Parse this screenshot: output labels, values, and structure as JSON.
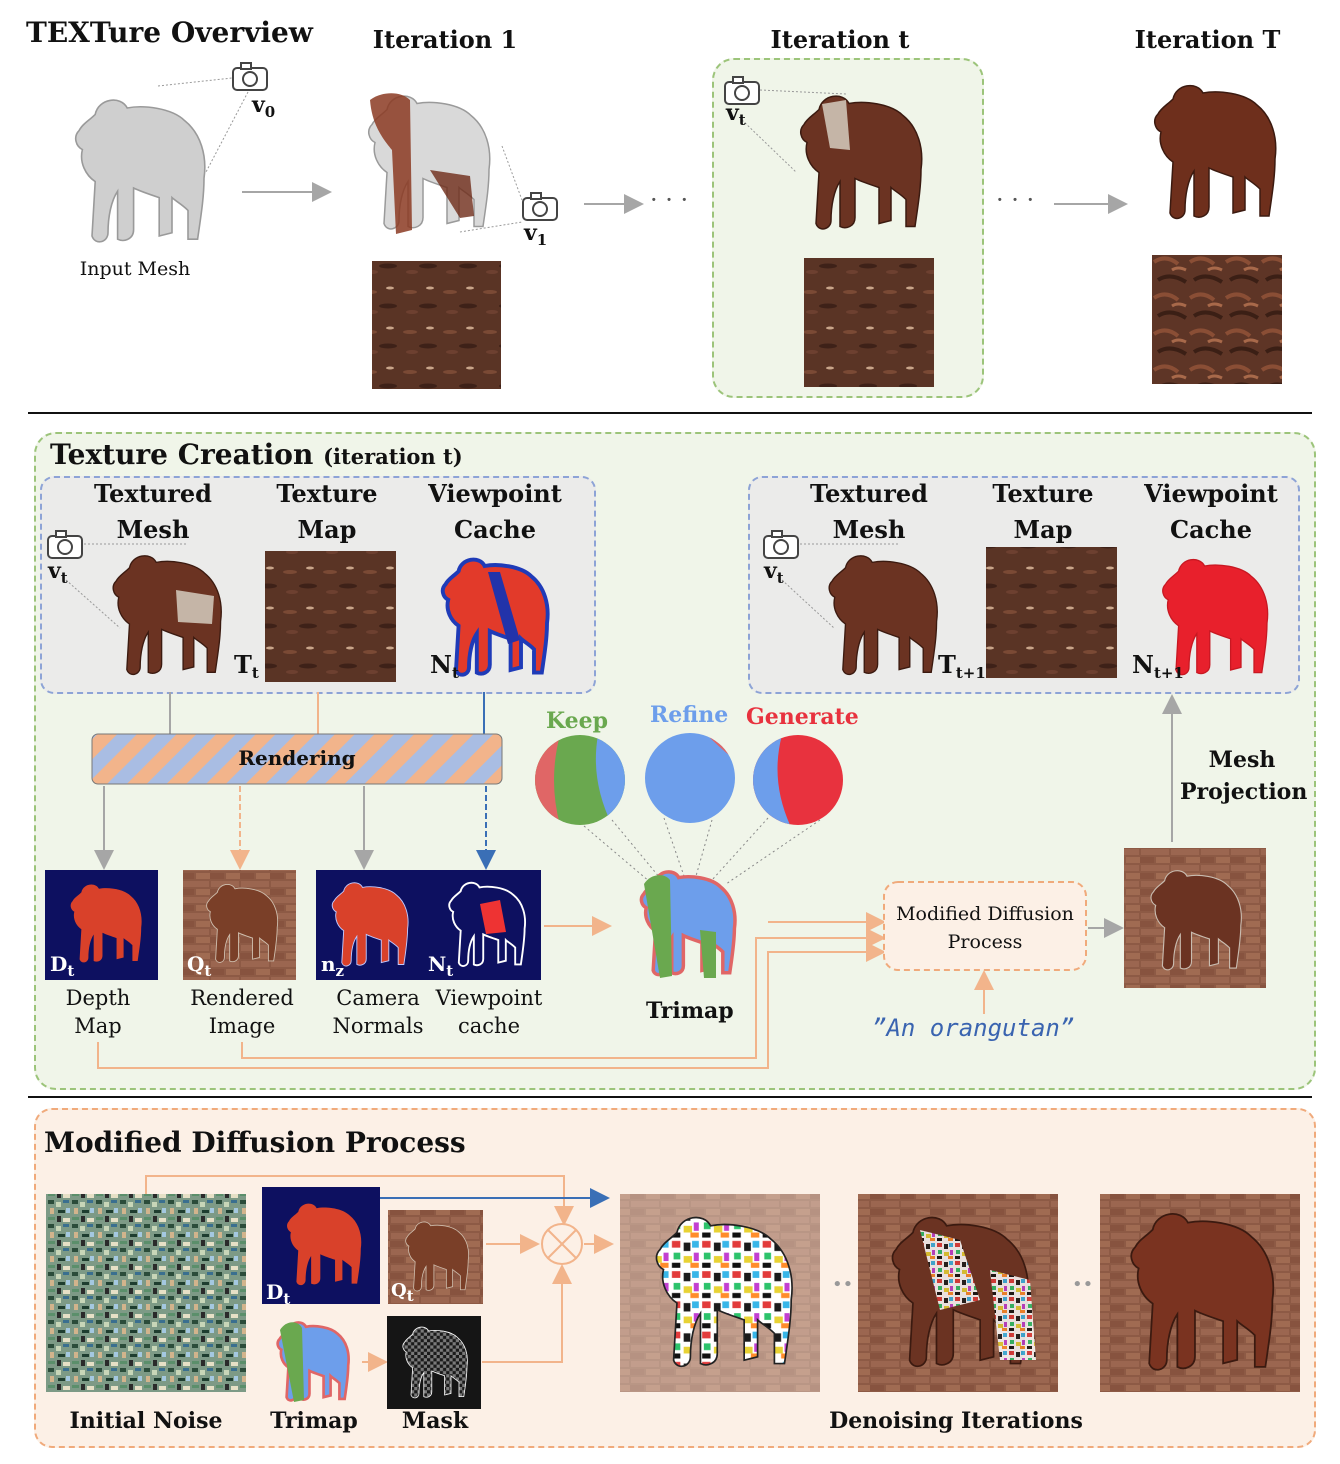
{
  "overview": {
    "title": "TEXTure Overview",
    "input_mesh_label": "Input Mesh",
    "iteration_1": "Iteration 1",
    "iteration_t": "Iteration t",
    "iteration_T": "Iteration T",
    "v0": "v",
    "v0_sub": "0",
    "v1": "v",
    "v1_sub": "1",
    "vt": "v",
    "vt_sub": "t",
    "dots": "· · ·"
  },
  "creation": {
    "title": "Texture Creation",
    "title_suffix": "(iteration t)",
    "textured_mesh": "Textured Mesh",
    "texture_map": "Texture Map",
    "viewpoint_cache": "Viewpoint Cache",
    "Tt": "T",
    "Tt_sub": "t",
    "Nt": "N",
    "Nt_sub": "t",
    "Tt1": "T",
    "Tt1_sub": "t+1",
    "Nt1": "N",
    "Nt1_sub": "t+1",
    "rendering": "Rendering",
    "keep": "Keep",
    "refine": "Refine",
    "generate": "Generate",
    "mesh_projection": "Mesh Projection",
    "depth_map": "Depth Map",
    "rendered_image": "Rendered Image",
    "camera_normals": "Camera Normals",
    "viewpoint_cache_lc": "Viewpoint cache",
    "trimap": "Trimap",
    "modified_diffusion": "Modified Diffusion Process",
    "prompt": "”An orangutan”",
    "Dt": "D",
    "Dt_sub": "t",
    "Qt": "Q",
    "Qt_sub": "t",
    "nz": "n",
    "nz_sub": "z",
    "Nt_tile": "N",
    "Nt_tile_sub": "t"
  },
  "diffusion": {
    "title": "Modified Diffusion Process",
    "initial_noise": "Initial Noise",
    "trimap": "Trimap",
    "mask": "Mask",
    "denoising": "Denoising Iterations",
    "Dt": "D",
    "Dt_sub": "t",
    "Qt": "Q",
    "Qt_sub": "t",
    "dots": "••"
  },
  "colors": {
    "keep": "#6aa84f",
    "refine": "#6d9eeb",
    "generate": "#e06666",
    "orange_arrow": "#f2b48b",
    "blue_arrow": "#3a6fb6",
    "gray_arrow": "#a6a6a6",
    "navy": "#0d1060",
    "brown": "#5a3425",
    "brick": "#8d5a45",
    "prompt": "#3a64b0"
  }
}
